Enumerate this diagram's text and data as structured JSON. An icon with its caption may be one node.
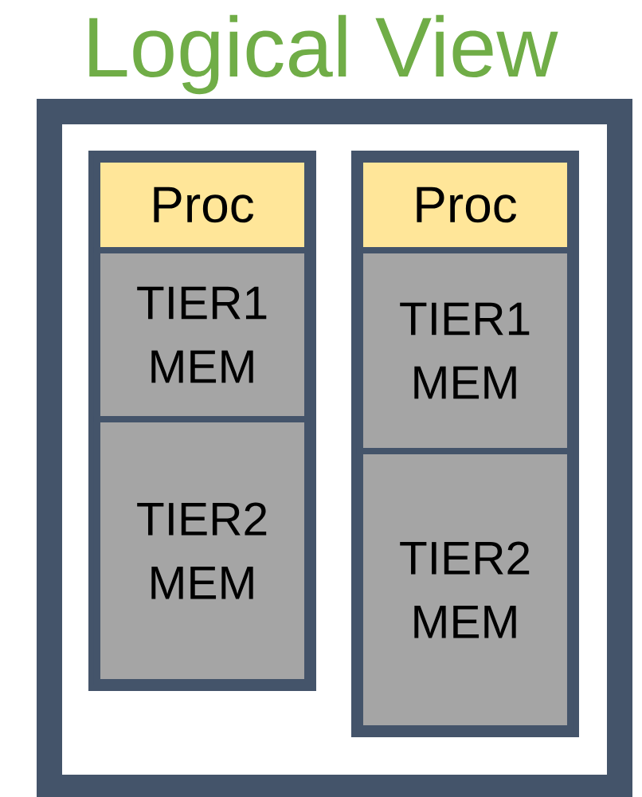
{
  "diagram": {
    "nodes": [
      {
        "text": [
          "Logical View"
        ]
      },
      {
        "text": [],
        "shape": "box",
        "in": 0
      },
      {
        "text": [
          "Proc"
        ],
        "in": 1
      },
      {
        "text": [
          "TIER1 MEM"
        ],
        "in": 1
      },
      {
        "text": [
          "TIER2 MEM"
        ],
        "in": 1
      },
      {
        "text": [],
        "shape": "box",
        "in": 0
      },
      {
        "text": [
          "Proc"
        ],
        "in": 5
      },
      {
        "text": [
          "TIER1 MEM"
        ],
        "in": 5
      },
      {
        "text": [
          "TIER2 MEM"
        ],
        "in": 5
      }
    ]
  }
}
